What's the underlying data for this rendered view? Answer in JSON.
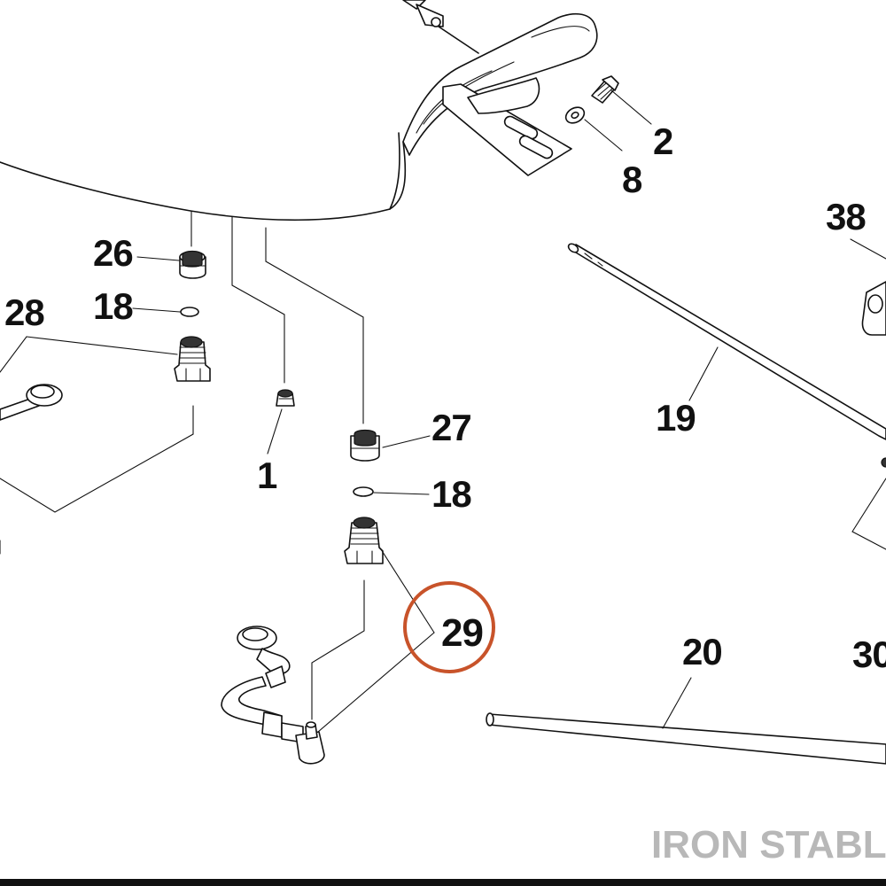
{
  "callouts": {
    "c1": "1",
    "c2": "2",
    "c8": "8",
    "c18a": "18",
    "c18b": "18",
    "c19": "19",
    "c20": "20",
    "c26": "26",
    "c27": "27",
    "c28": "28",
    "c29": "29",
    "c30": "30",
    "c38": "38"
  },
  "highlight": {
    "part": "29",
    "color": "#c8532a"
  },
  "watermark": "IRON STABLE"
}
